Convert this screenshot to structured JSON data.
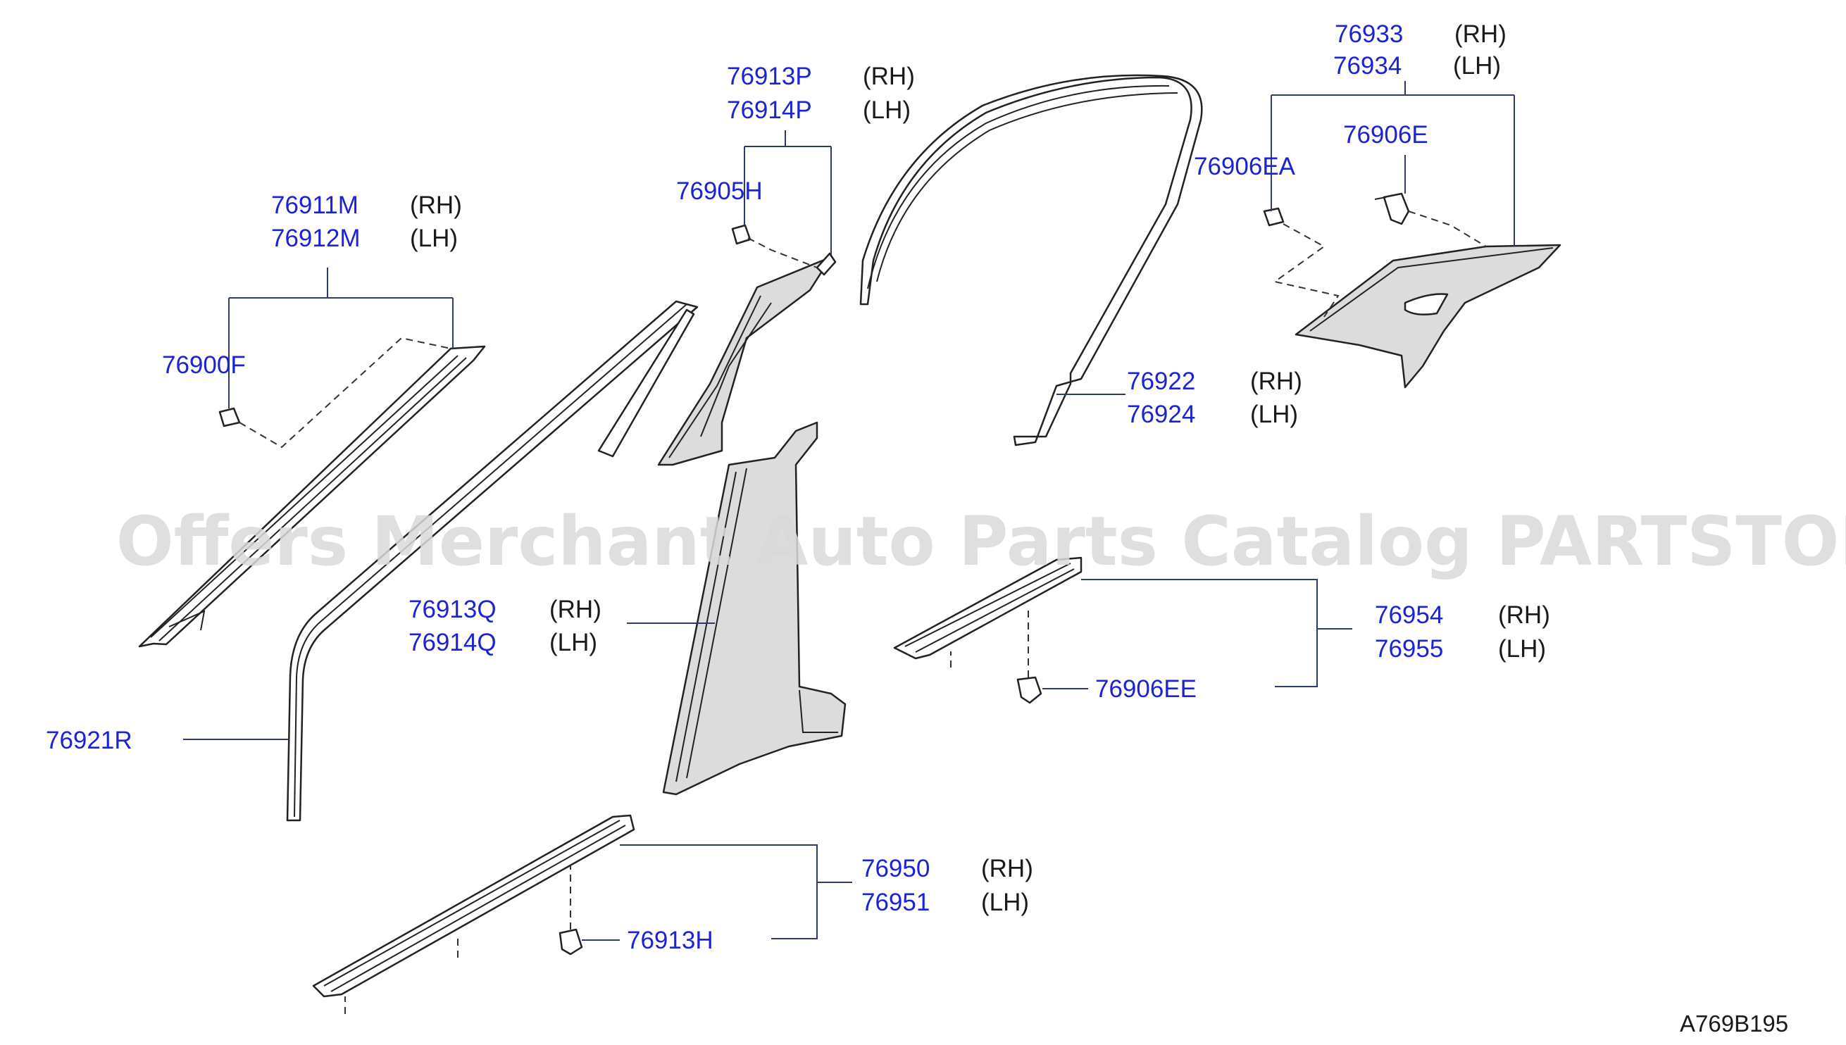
{
  "watermark": "Offers Merchant Auto Parts Catalog PARTSTORE.SA",
  "diagram_code": "A769B195",
  "callouts": {
    "p76933": {
      "number": "76933",
      "side": "(RH)"
    },
    "p76934": {
      "number": "76934",
      "side": "(LH)"
    },
    "p76906e": {
      "number": "76906E"
    },
    "p76906ea": {
      "number": "76906EA"
    },
    "p76913p": {
      "number": "76913P",
      "side": "(RH)"
    },
    "p76914p": {
      "number": "76914P",
      "side": "(LH)"
    },
    "p76905h": {
      "number": "76905H"
    },
    "p76911m": {
      "number": "76911M",
      "side": "(RH)"
    },
    "p76912m": {
      "number": "76912M",
      "side": "(LH)"
    },
    "p76900f": {
      "number": "76900F"
    },
    "p76922": {
      "number": "76922",
      "side": "(RH)"
    },
    "p76924": {
      "number": "76924",
      "side": "(LH)"
    },
    "p76913q": {
      "number": "76913Q",
      "side": "(RH)"
    },
    "p76914q": {
      "number": "76914Q",
      "side": "(LH)"
    },
    "p76954": {
      "number": "76954",
      "side": "(RH)"
    },
    "p76955": {
      "number": "76955",
      "side": "(LH)"
    },
    "p76906ee": {
      "number": "76906EE"
    },
    "p76921r": {
      "number": "76921R"
    },
    "p76950": {
      "number": "76950",
      "side": "(RH)"
    },
    "p76951": {
      "number": "76951",
      "side": "(LH)"
    },
    "p76913h": {
      "number": "76913H"
    }
  }
}
